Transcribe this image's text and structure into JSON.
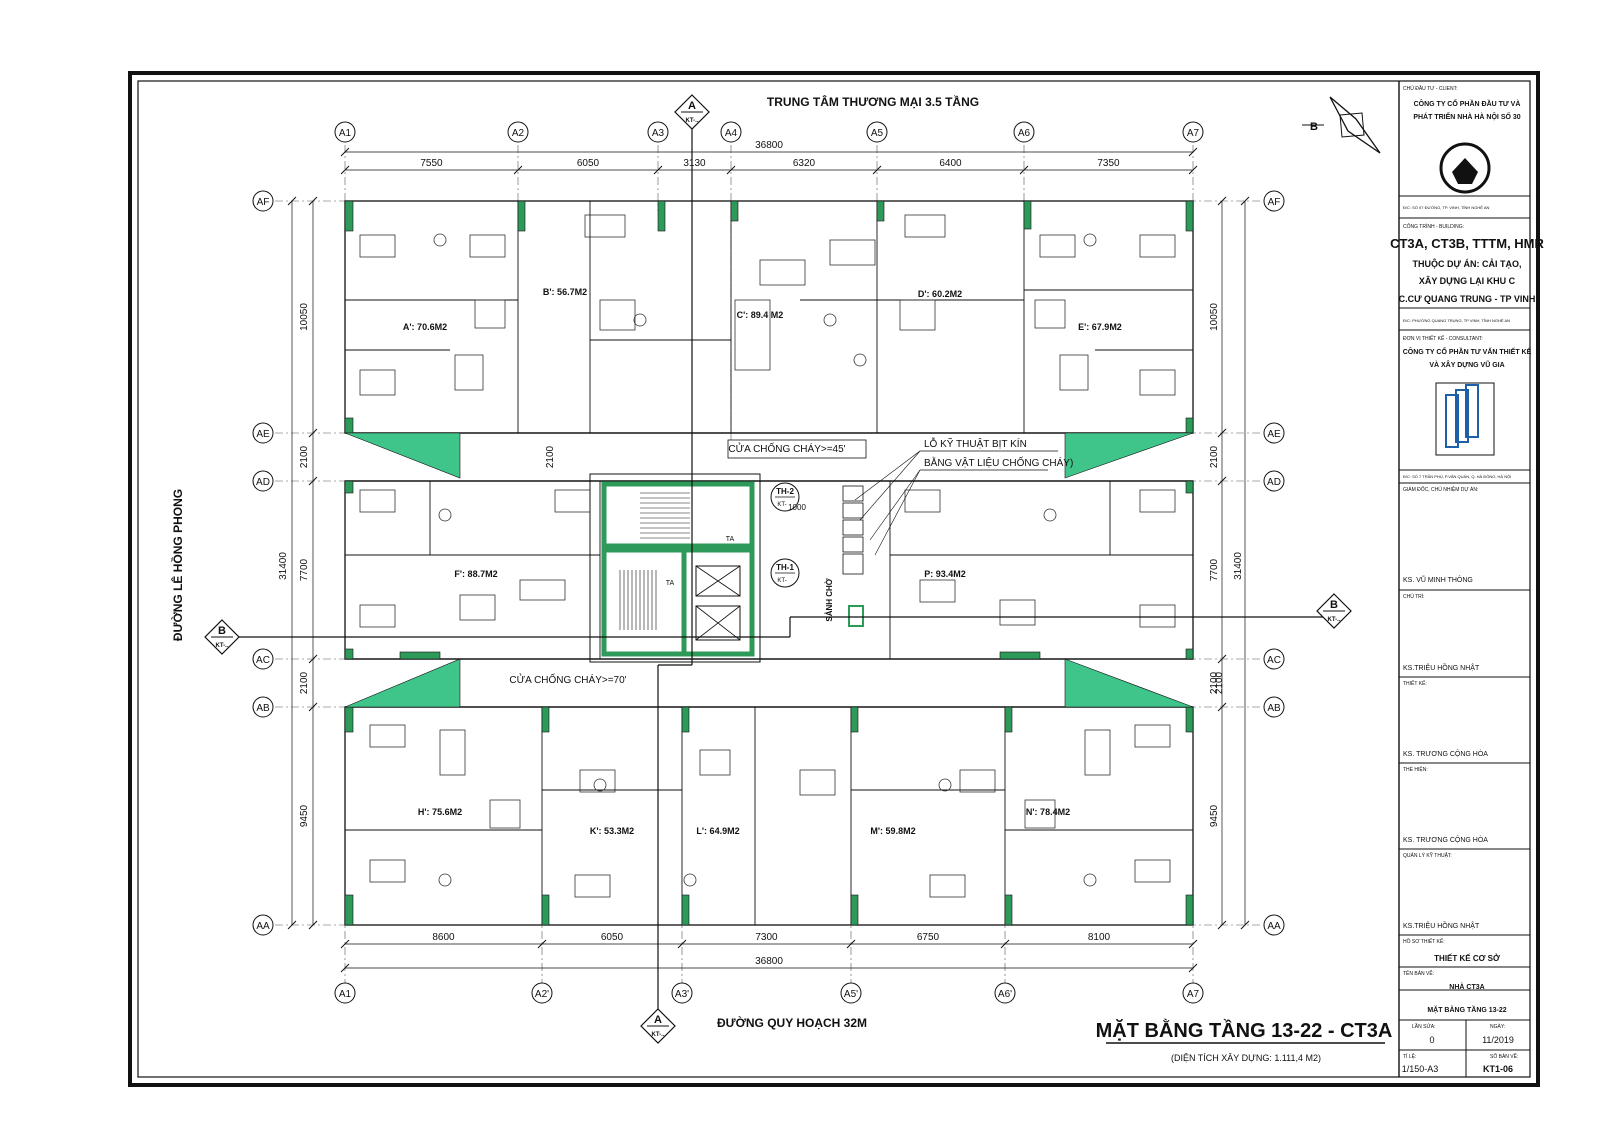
{
  "drawing": {
    "top_label": "TRUNG TÂM THƯƠNG MẠI 3.5 TẦNG",
    "bottom_label": "ĐƯỜNG QUY HOẠCH 32M",
    "left_label": "ĐƯỜNG LÊ HỒNG PHONG",
    "title": "MẶT BẰNG TẦNG 13-22 - CT3A",
    "subtitle": "(DIỆN TÍCH XÂY DỰNG: 1.111,4 M2)",
    "compass_label": "B"
  },
  "grid": {
    "top_axes": [
      "A1",
      "A2",
      "A3",
      "A4",
      "A5",
      "A6",
      "A7"
    ],
    "bottom_axes": [
      "A1",
      "A2'",
      "A3'",
      "A5'",
      "A6'",
      "A7"
    ],
    "row_axes": [
      "AF",
      "AE",
      "AD",
      "AC",
      "AB",
      "AA"
    ]
  },
  "dimensions": {
    "top_total": "36800",
    "top_spans": [
      "7550",
      "6050",
      "3130",
      "6320",
      "6400",
      "7350"
    ],
    "bottom_total": "36800",
    "bottom_spans": [
      "8600",
      "6050",
      "7300",
      "6750",
      "8100"
    ],
    "left_total": "31400",
    "left_spans": [
      "10050",
      "2100",
      "7700",
      "2100",
      "9450"
    ],
    "right_total": "31400",
    "right_spans": [
      "10050",
      "2100",
      "7700",
      "2100",
      "9450"
    ],
    "inner_left": "2100",
    "inner_right": "2100"
  },
  "apartments": [
    {
      "label": "A': 70.6M2"
    },
    {
      "label": "B': 56.7M2"
    },
    {
      "label": "C': 89.4 M2"
    },
    {
      "label": "D': 60.2M2"
    },
    {
      "label": "E': 67.9M2"
    },
    {
      "label": "F': 88.7M2"
    },
    {
      "label": "P: 93.4M2"
    },
    {
      "label": "H': 75.6M2"
    },
    {
      "label": "K': 53.3M2"
    },
    {
      "label": "L': 64.9M2"
    },
    {
      "label": "M': 59.8M2"
    },
    {
      "label": "N': 78.4M2"
    }
  ],
  "annotations": {
    "door_45": "CỬA CHỐNG CHÁY>=45'",
    "door_70": "CỬA CHỐNG CHÁY>=70'",
    "shaft_note_1": "LỖ KỸ THUẬT BỊT KÍN",
    "shaft_note_2": "BẰNG VẬT LIỆU CHỐNG CHÁY)",
    "lobby": "SẢNH CHỜ",
    "stair_2": "TH-2",
    "stair_1": "TH-1",
    "stair_2_ref": "KT-",
    "stair_2_ref_no": "1000",
    "stair_1_ref": "KT-",
    "section_a": "A",
    "section_b": "B",
    "section_ref": "KT-..",
    "ta1": "TA",
    "ta2": "TA"
  },
  "title_block": {
    "owner_hdr": "CHỦ ĐẦU TƯ - CLIENT:",
    "owner_1": "CÔNG TY CỔ PHẦN ĐẦU TƯ VÀ",
    "owner_2": "PHÁT TRIỂN NHÀ HÀ NỘI SỐ 30",
    "owner_addr": "Đ/C: SỐ 07 ĐƯỜNG, TP. VINH, TỈNH NGHỆ AN",
    "project_hdr": "CÔNG TRÌNH - BUILDING:",
    "project_name": "CT3A, CT3B, TTTM, HMR",
    "project_1": "THUỘC DỰ ÁN: CẢI TẠO,",
    "project_2": "XÂY DỰNG LẠI KHU C",
    "project_3": "C.CƯ QUANG TRUNG - TP VINH",
    "project_addr": "Đ/C: PHƯỜNG QUANG TRUNG, TP VINH, TỈNH NGHỆ AN",
    "design_hdr": "ĐƠN VỊ THIẾT KẾ - CONSULTANT:",
    "design_1": "CÔNG TY CỔ PHẦN TƯ VẤN THIẾT KẾ",
    "design_2": "VÀ XÂY DỰNG VŨ GIA",
    "design_addr": "Đ/C: SỐ 7 TRẦN PHÚ, P.VĂN QUÁN, Q. HÀ ĐÔNG, HÀ NỘI",
    "director_hdr": "GIÁM ĐỐC, CHỦ NHIỆM DỰ ÁN:",
    "director": "KS. VŨ MINH THÔNG",
    "chair_hdr": "CHỦ TRÌ:",
    "chair": "KS.TRIỆU HỒNG NHẬT",
    "designer_hdr": "THIẾT KẾ:",
    "designer": "KS. TRƯƠNG CỘNG HÒA",
    "drafter_hdr": "THỂ HIỆN:",
    "drafter": "KS. TRƯƠNG CỘNG HÒA",
    "qc_hdr": "QUẢN LÝ KỸ THUẬT:",
    "qc": "KS.TRIỆU HỒNG NHẬT",
    "stage_hdr": "HỒ SƠ THIẾT KẾ:",
    "stage": "THIẾT KẾ CƠ SỞ",
    "sheet_hdr": "TÊN BẢN VẼ:",
    "sheet_1": "NHÀ CT3A",
    "sheet_2": "MẶT BẰNG TẦNG 13-22",
    "rev_hdr": "LẦN SỬA:",
    "rev": "0",
    "date_hdr": "NGÀY:",
    "date": "11/2019",
    "scale_hdr": "TỈ LỆ:",
    "scale": "1/150-A3",
    "sheet_no_hdr": "SỐ BẢN VẼ:",
    "sheet_no": "KT1-06"
  },
  "colors": {
    "line": "#111111",
    "accent_green": "#2e9a5a",
    "bright_green": "#3fc48a"
  }
}
